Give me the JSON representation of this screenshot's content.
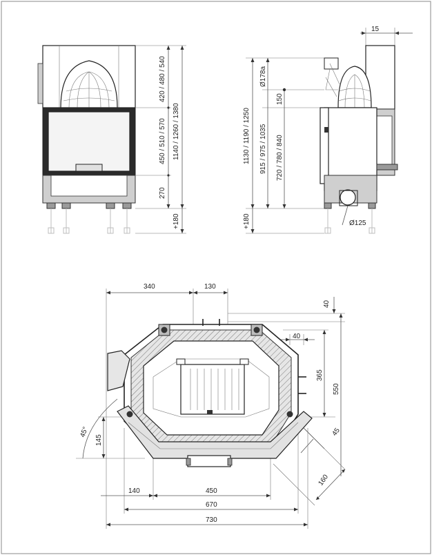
{
  "front_view": {
    "dims": {
      "upper": "420 / 480 / 540",
      "middle": "450 / 510 / 570",
      "lower": "270",
      "total": "1140 / 1260 / 1380",
      "legs": "+180"
    }
  },
  "side_view": {
    "dims": {
      "top_offset": "15",
      "flue_diameter": "Ø178a",
      "spigot": "150",
      "total": "1130 / 1190 / 1250",
      "flue_height": "915 / 975 / 1035",
      "inlet_height": "720 / 780 / 840",
      "legs": "+180",
      "air_inlet": "Ø125"
    }
  },
  "plan_view": {
    "dims": {
      "left_offset": "340",
      "centre_offset": "130",
      "top_depth": "40",
      "side_depth": "40",
      "inner_depth": "365",
      "total_depth": "550",
      "angle": "45°",
      "corner_45": "45",
      "corner_offset": "145",
      "left_width": "140",
      "inner_width": "450",
      "mid_width": "670",
      "total_width": "730",
      "diag_160": "160"
    }
  }
}
